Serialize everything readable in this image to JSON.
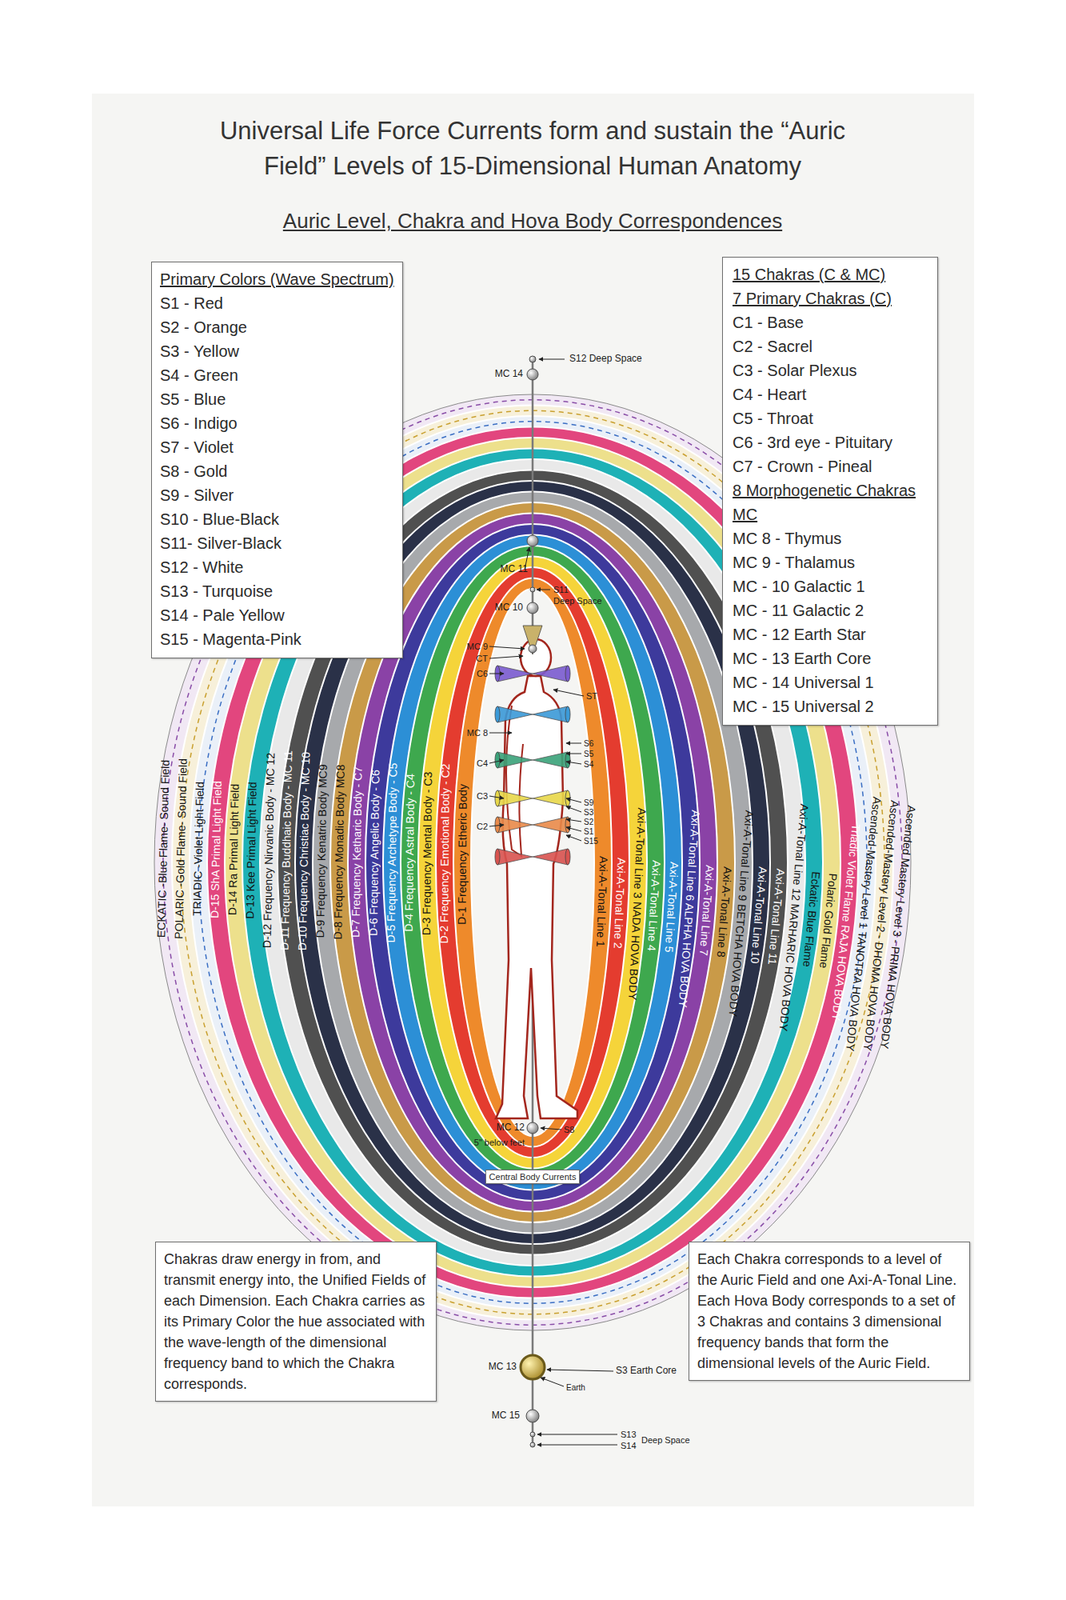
{
  "diagram": {
    "title": "Universal Life Force Currents form and sustain the “Auric Field” Levels of 15-Dimensional Human Anatomy",
    "nodes": [
      {
        "text": [
          "Primary Colors (Wave Spectrum)",
          "S1 - Red",
          "S2 - Orange",
          "S3 - Yellow",
          "S4 - Green",
          "S5 - Blue",
          "S6 - Indigo",
          "S7 - Violet",
          "S8 - Gold",
          "S9 - Silver",
          "S10 - Blue-Black",
          "S11- Silver-Black",
          "S12 - White",
          "S13 - Turquoise",
          "S14 - Pale Yellow",
          "S15 - Magenta-Pink"
        ]
      },
      {
        "text": [
          "15 Chakras (C & MC)",
          "7 Primary Chakras (C)",
          "C1 - Base",
          "C2 - Sacrel",
          "C3 - Solar Plexus",
          "C4 - Heart",
          "C5 - Throat",
          "C6 - 3rd eye - Pituitary",
          "C7 - Crown - Pineal",
          "8 Morphogenetic Chakras MC",
          "MC 8 - Thymus",
          "MC 9 - Thalamus",
          "MC - 10 Galactic 1",
          "MC - 11 Galactic 2",
          "MC - 12 Earth Star",
          "MC - 13 Earth Core",
          "MC - 14 Universal 1",
          "MC - 15 Universal 2"
        ]
      },
      {
        "text": [
          "Chakras draw energy in from, and transmit energy into, the Unified Fields of each Dimension. Each Chakra carries as its Primary Color the hue associated with the wave-length of the dimensional frequency band to which the Chakra corresponds."
        ]
      },
      {
        "text": [
          "Each Chakra corresponds to a level of the Auric Field and one Axi-A-Tonal Line. Each Hova Body corresponds to a set of 3 Chakras and contains 3 dimensional frequency bands that form the dimensional levels of the Auric Field."
        ]
      },
      {
        "text": [
          "Central Body Currents"
        ]
      }
    ],
    "labels": [
      "Auric Level, Chakra and Hova Body Correspondences",
      "ECKATIC -Blue Flame- Sound Field",
      "POLARIC -Gold Flame- Sound Field",
      "TRIADIC -Violet Light Field",
      "D-15 ShA Primal Light Field",
      "D-14 Ra Primal Light Field",
      "D-13 Kee Primal Light Field",
      "D-12 Frequency Nirvanic Body - MC 12",
      "D-11 Frequency Buddhaic Body - MC 11",
      "D-10 Frequency Christiac Body - MC 10",
      "D-9 Frequency Kenatric Body MC9",
      "D-8 Frequency Monadic Body MC8",
      "D-7 Frequency Ketharic Body - C7",
      "D-6 Frequency Angelic Body - C6",
      "D-5 Frequency Archetype Body - C5",
      "D-4 Frequency Astral Body - C4",
      "D-3 Frequency Mental Body - C3",
      "D-2 Frequency Emotional Body - C2",
      "D-1 Frequency Etheric Body",
      "Axi-A-Tonal Line 1",
      "Axi-A-Tonal Line 2",
      "Axi-A-Tonal Line 3 NADA HOVA BODY",
      "Axi-A-Tonal Line 4",
      "Axi-A-Tonal Line 5",
      "Axi-A-Tonal Line 6 ALPHA HOVA BODY",
      "Axi-A-Tonal Line 7",
      "Axi-A-Tonal Line 8",
      "Axi-A-Tonal Line 9 BETCHA HOVA BODY",
      "Axi-A-Tonal Line 10",
      "Axi-A-Tonal Line 11",
      "Axi-A-Tonal Line 12 MARHARIC HOVA BODY",
      "Eckatic Blue Flame",
      "Polaric Gold Flame",
      "Triadic Violet Flame RAJA HOVA BODY",
      "Ascended-Mastery Level 1 TANOTRA HOVA BODY",
      "Ascended-Mastery Level 2 - DHOMA HOVA BODY",
      "Ascended Mastery Level 3 - PRIMA HOVA BODY",
      "S12 Deep Space",
      "MC 14",
      "MC 11",
      "S11",
      "Deep Space",
      "MC 10",
      "MC 9",
      "CT",
      "C6",
      "ST",
      "MC 8",
      "S6",
      "S5",
      "S4",
      "C4",
      "S9",
      "S3",
      "S2",
      "S1",
      "S15",
      "C3",
      "C2",
      "MC 12",
      "5\" below feet",
      "S8",
      "MC 13",
      "S3 Earth Core",
      "Earth",
      "MC 15",
      "S13",
      "Deep Space",
      "S14"
    ]
  }
}
